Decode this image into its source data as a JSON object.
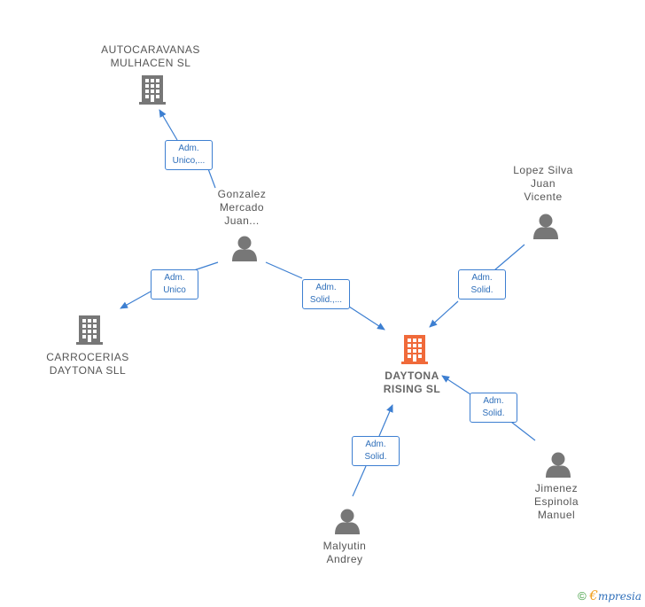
{
  "nodes": {
    "autocaravanas": {
      "line1": "AUTOCARAVANAS",
      "line2": "MULHACEN  SL"
    },
    "carrocerias": {
      "line1": "CARROCERIAS",
      "line2": "DAYTONA  SLL"
    },
    "gonzalez": {
      "line1": "Gonzalez",
      "line2": "Mercado",
      "line3": "Juan..."
    },
    "lopez": {
      "line1": "Lopez Silva",
      "line2": "Juan",
      "line3": "Vicente"
    },
    "daytona": {
      "line1": "DAYTONA",
      "line2": "RISING  SL"
    },
    "jimenez": {
      "line1": "Jimenez",
      "line2": "Espinola",
      "line3": "Manuel"
    },
    "malyutin": {
      "line1": "Malyutin",
      "line2": "Andrey"
    }
  },
  "edges": {
    "gonzalez_autocaravanas": {
      "line1": "Adm.",
      "line2": "Unico,..."
    },
    "gonzalez_carrocerias": {
      "line1": "Adm.",
      "line2": "Unico"
    },
    "gonzalez_daytona": {
      "line1": "Adm.",
      "line2": "Solid.,..."
    },
    "lopez_daytona": {
      "line1": "Adm.",
      "line2": "Solid."
    },
    "jimenez_daytona": {
      "line1": "Adm.",
      "line2": "Solid."
    },
    "malyutin_daytona": {
      "line1": "Adm.",
      "line2": "Solid."
    }
  },
  "colors": {
    "edge": "#3d7fd1",
    "icon": "#777777",
    "main_icon": "#f06a3a"
  },
  "icons": {
    "company": "building-icon",
    "person": "person-icon"
  },
  "footer": {
    "copyright": "©",
    "brand_initial": "€",
    "brand_rest": "mpresia"
  }
}
